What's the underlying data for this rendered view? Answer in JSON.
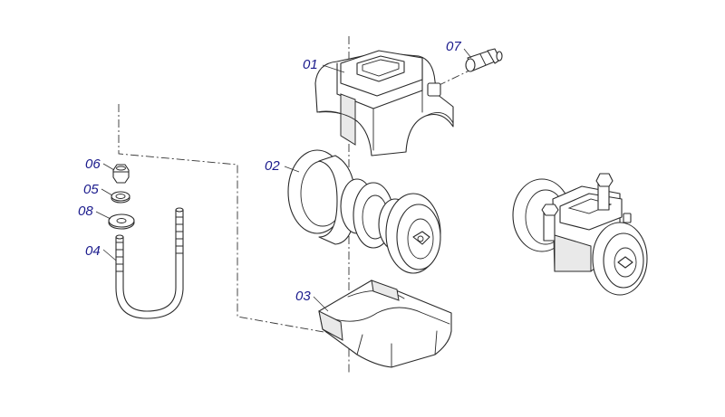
{
  "diagram": {
    "colors": {
      "callout": "#1a1a8c",
      "line": "#2a2a2a",
      "background": "#ffffff"
    },
    "callouts": [
      {
        "id": "01",
        "label": "01"
      },
      {
        "id": "02",
        "label": "02"
      },
      {
        "id": "03",
        "label": "03"
      },
      {
        "id": "04",
        "label": "04"
      },
      {
        "id": "05",
        "label": "05"
      },
      {
        "id": "06",
        "label": "06"
      },
      {
        "id": "07",
        "label": "07"
      },
      {
        "id": "08",
        "label": "08"
      }
    ]
  }
}
